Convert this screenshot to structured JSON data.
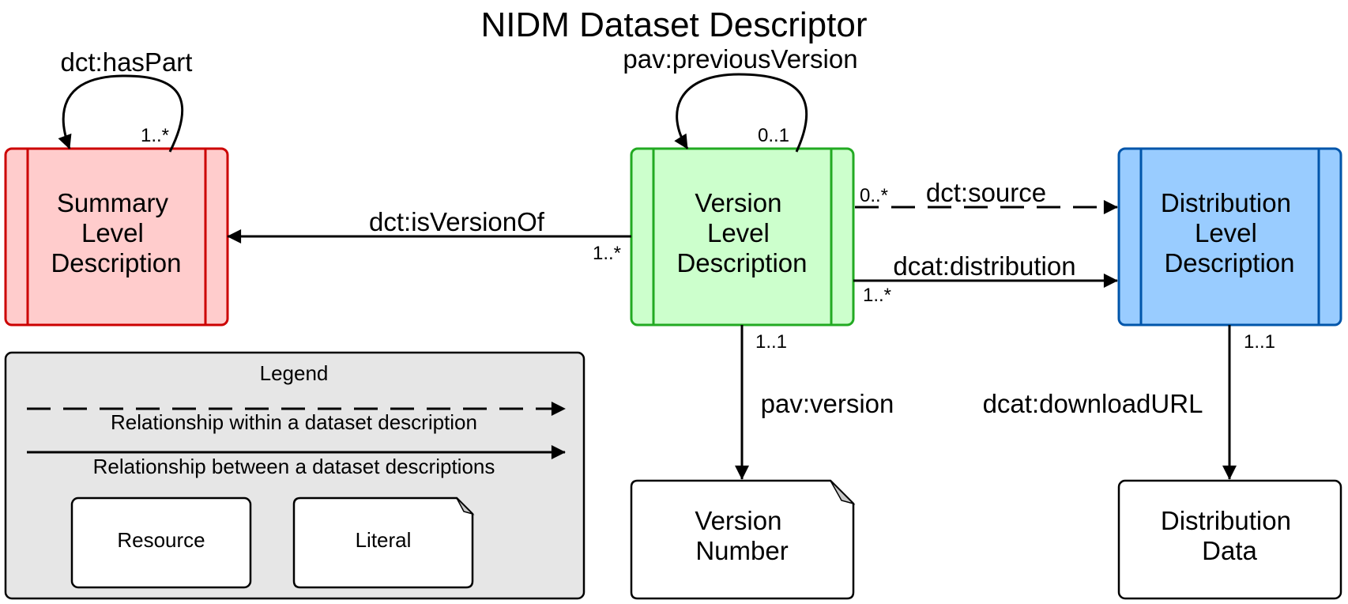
{
  "title": "NIDM Dataset Descriptor",
  "colors": {
    "summary_fill": "#ffcccc",
    "summary_stroke": "#cc0000",
    "version_fill": "#ccffcc",
    "version_stroke": "#22aa22",
    "distribution_fill": "#99ccff",
    "distribution_stroke": "#0055aa",
    "legend_fill": "#e6e6e6",
    "literal_corner": "#c8c8c8"
  },
  "nodes": {
    "summary": [
      "Summary",
      "Level",
      "Description"
    ],
    "version": [
      "Version",
      "Level",
      "Description"
    ],
    "distribution": [
      "Distribution",
      "Level",
      "Description"
    ],
    "version_number": [
      "Version",
      "Number"
    ],
    "distribution_data": [
      "Distribution",
      "Data"
    ]
  },
  "edges": {
    "has_part": {
      "label": "dct:hasPart",
      "mult": "1..*"
    },
    "previous_version": {
      "label": "pav:previousVersion",
      "mult": "0..1"
    },
    "is_version_of": {
      "label": "dct:isVersionOf",
      "mult": "1..*"
    },
    "source": {
      "label": "dct:source",
      "mult": "0..*"
    },
    "distribution": {
      "label": "dcat:distribution",
      "mult": "1..*"
    },
    "version": {
      "label": "pav:version",
      "mult": "1..1"
    },
    "download_url": {
      "label": "dcat:downloadURL",
      "mult": "1..1"
    }
  },
  "legend": {
    "title": "Legend",
    "dashed_label": "Relationship within a dataset description",
    "solid_label": "Relationship between a dataset descriptions",
    "resource_label": "Resource",
    "literal_label": "Literal"
  }
}
